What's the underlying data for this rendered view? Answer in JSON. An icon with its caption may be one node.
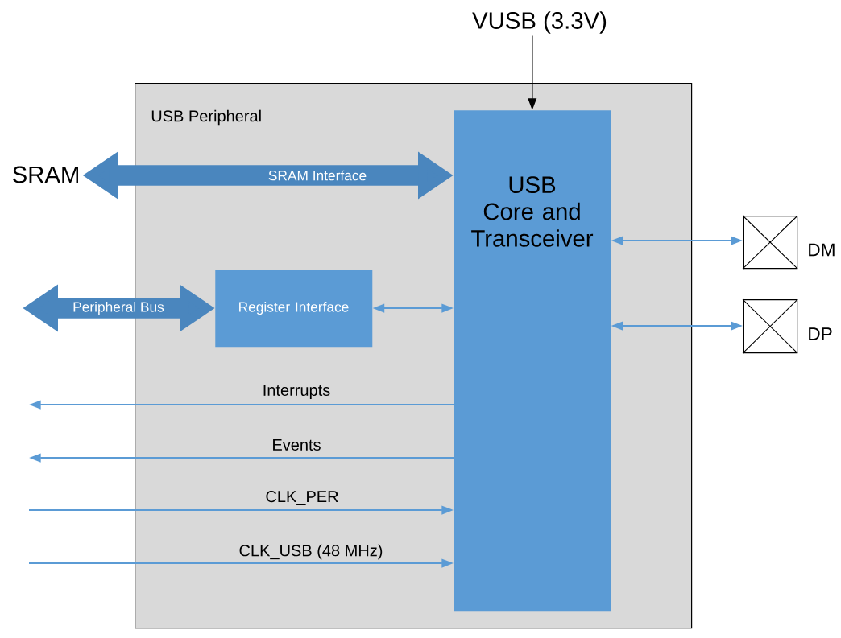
{
  "diagram": {
    "nodes": [
      {
        "text": [
          "USB Peripheral"
        ]
      },
      {
        "text": [
          "USB Core and Transceiver"
        ],
        "in": 0
      },
      {
        "text": [
          "Register Interface"
        ],
        "in": 0
      },
      {
        "text": [
          "SRAM"
        ]
      },
      {
        "text": [],
        "shape": "box",
        "beside": [
          "DM"
        ]
      },
      {
        "text": [],
        "shape": "box",
        "beside": [
          "DP"
        ]
      },
      {
        "text": [
          "VUSB (3.3V)"
        ]
      }
    ],
    "edges": [
      {
        "from": 3,
        "to": 1,
        "arrow": "both",
        "label": "SRAM Interface",
        "style": "thick",
        "color": "#4a86be"
      },
      {
        "from": null,
        "to": 2,
        "arrow": "both",
        "label": "Peripheral Bus",
        "style": "thick",
        "color": "#4a86be"
      },
      {
        "from": 2,
        "to": 1,
        "arrow": "both"
      },
      {
        "from": 1,
        "to": 4,
        "arrow": "both"
      },
      {
        "from": 1,
        "to": 5,
        "arrow": "both"
      },
      {
        "from": 6,
        "to": 1,
        "arrow": "to",
        "color": "#000000"
      },
      {
        "from": 1,
        "to": null,
        "arrow": "to",
        "label": "Interrupts"
      },
      {
        "from": 1,
        "to": null,
        "arrow": "to",
        "label": "Events"
      },
      {
        "from": null,
        "to": 1,
        "arrow": "to",
        "label": "CLK_PER"
      },
      {
        "from": null,
        "to": 1,
        "arrow": "to",
        "label": "CLK_USB (48 MHz)"
      }
    ]
  }
}
